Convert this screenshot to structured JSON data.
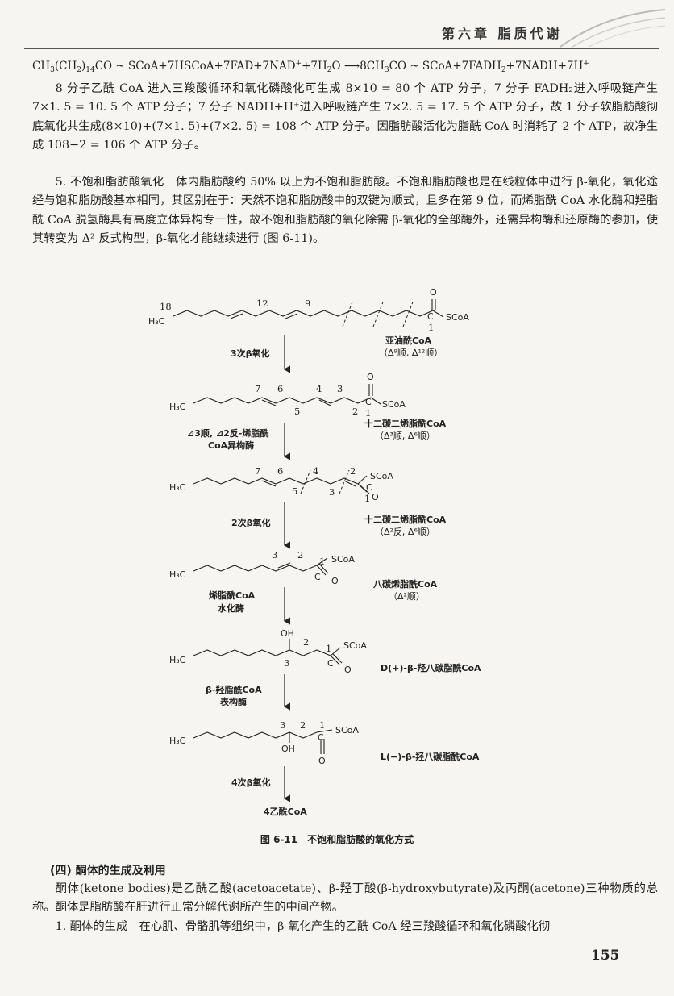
{
  "header": {
    "chapter": "第六章 脂质代谢"
  },
  "equation": {
    "a": "CH",
    "b": "3",
    "c": "(CH",
    "d": "2",
    "e": ")",
    "f": "14",
    "g": "CO ~ SCoA+7HSCoA+7FAD+7NAD",
    "h": "+",
    "i": "+7H",
    "j": "2",
    "k": "O ⟶8CH",
    "l": "3",
    "m": "CO ~ SCoA+7FADH",
    "n": "2",
    "o": "+7NADH+7H",
    "p": "+"
  },
  "paragraphs": {
    "p1": "8 分子乙酰 CoA 进入三羧酸循环和氧化磷酸化可生成 8×10 = 80 个 ATP 分子，7 分子 FADH₂进入呼吸链产生 7×1. 5 = 10. 5 个 ATP 分子；7 分子 NADH+H⁺进入呼吸链产生 7×2. 5 = 17. 5 个 ATP 分子，故 1 分子软脂肪酸彻底氧化共生成(8×10)+(7×1. 5)+(7×2. 5) = 108 个 ATP 分子。因脂肪酸活化为脂酰 CoA 时消耗了 2 个 ATP，故净生成 108−2 = 106 个 ATP 分子。",
    "p2": "5. 不饱和脂肪酸氧化　体内脂肪酸约 50% 以上为不饱和脂肪酸。不饱和脂肪酸也是在线粒体中进行 β-氧化，氧化途经与饱和脂肪酸基本相同，其区别在于：天然不饱和脂肪酸中的双键为顺式，且多在第 9 位，而烯脂酰 CoA 水化酶和羟脂酰 CoA 脱氢酶具有高度立体异构专一性，故不饱和脂肪酸的氧化除需 β-氧化的全部酶外，还需异构酶和还原酶的参加，使其转变为 Δ² 反式构型，β-氧化才能继续进行 (图 6-11)。"
  },
  "figure": {
    "caption": "图 6-11　不饱和脂肪酸的氧化方式",
    "h3c": "H₃C",
    "scoa": "SCoA",
    "o": "O",
    "oh": "OH",
    "n18": "18",
    "n12": "12",
    "n9": "9",
    "n7": "7",
    "n6": "6",
    "n5": "5",
    "n4": "4",
    "n3": "3",
    "n2": "2",
    "n1": "1",
    "m1_name": "亚油酰CoA",
    "m1_sub": "（Δ⁹顺, Δ¹²顺）",
    "m2_name": "十二碳二烯脂酰CoA",
    "m2_sub": "（Δ³顺, Δ⁶顺）",
    "m3_name": "十二碳二烯脂酰CoA",
    "m3_sub": "（Δ²反, Δ⁶顺）",
    "m4_name": "八碳烯脂酰CoA",
    "m4_sub": "（Δ²顺）",
    "m5_name": "D(+)-β-羟八碳脂酰CoA",
    "m6_name": "L(−)-β-羟八碳脂酰CoA",
    "s1": "3次β氧化",
    "s2a": "⊿3顺, ⊿2反-烯脂酰",
    "s2b": "CoA异构酶",
    "s3": "2次β氧化",
    "s4a": "烯脂酰CoA",
    "s4b": "水化酶",
    "s5a": "β-羟脂酰CoA",
    "s5b": "表构酶",
    "s6": "4次β氧化",
    "product": "4乙酰CoA"
  },
  "section": {
    "title": "(四) 酮体的生成及利用",
    "p3": "酮体(ketone bodies)是乙酰乙酸(acetoacetate)、β-羟丁酸(β-hydroxybutyrate)及丙酮(acetone)三种物质的总称。酮体是脂肪酸在肝进行正常分解代谢所产生的中间产物。",
    "p4": "1. 酮体的生成　在心肌、骨骼肌等组织中，β-氧化产生的乙酰 CoA 经三羧酸循环和氧化磷酸化彻"
  },
  "page_number": "155"
}
